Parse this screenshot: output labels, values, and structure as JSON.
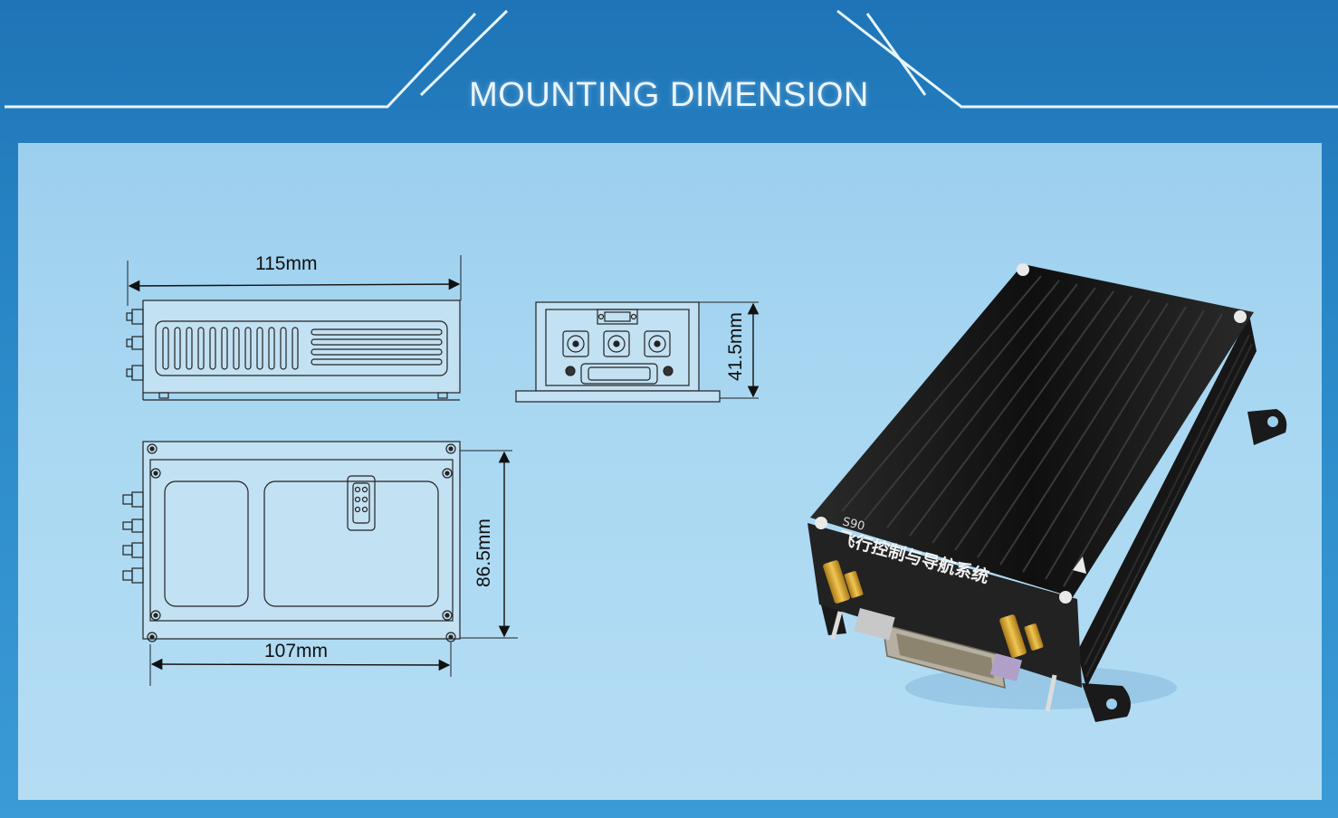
{
  "header": {
    "title": "MOUNTING DIMENSION"
  },
  "dimensions": {
    "top_width": "115mm",
    "front_height": "41.5mm",
    "bottom_height": "86.5mm",
    "bottom_width": "107mm"
  },
  "device": {
    "model": "S90",
    "label": "飞行控制与导航系统"
  },
  "colors": {
    "background": "#2a88c8",
    "panel": "#aad8f2",
    "device_body": "#1c1c1c",
    "connector_gold": "#d7a83a"
  }
}
